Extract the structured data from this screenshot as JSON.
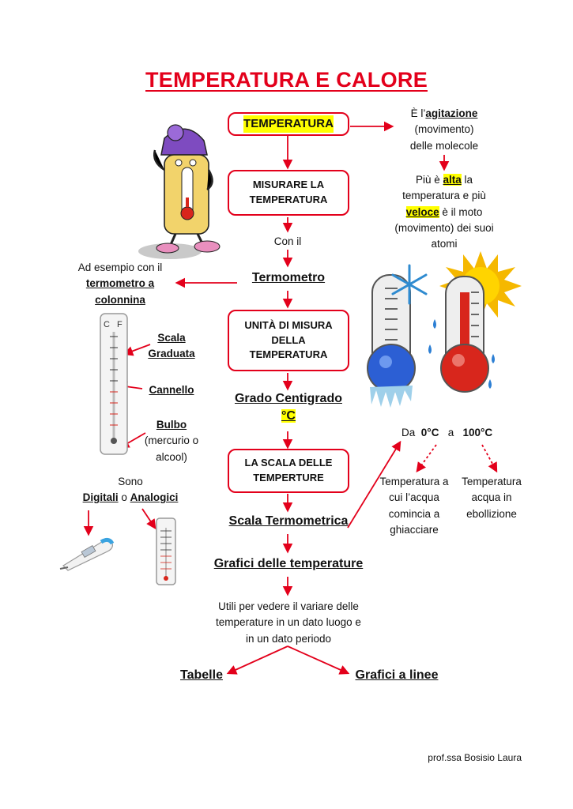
{
  "title": "TEMPERATURA E CALORE",
  "center": {
    "temperatura": "TEMPERATURA",
    "misurare_line1": "MISURARE LA",
    "misurare_line2": "TEMPERATURA",
    "con_il": "Con il",
    "termometro": "Termometro",
    "unita_line1": "UNITÀ DI MISURA",
    "unita_line2": "DELLA",
    "unita_line3": "TEMPERATURA",
    "grado": "Grado Centigrado",
    "grado_unit": "°C",
    "scala_line1": "LA SCALA DELLE",
    "scala_line2": "TEMPERTURE",
    "scala_termometrica": "Scala Termometrica",
    "grafici": "Grafici delle temperature",
    "utili_line1": "Utili per vedere il variare delle",
    "utili_line2": "temperature in un dato luogo e",
    "utili_line3": "in un dato periodo",
    "tabelle": "Tabelle",
    "grafici_linee": "Grafici a linee"
  },
  "right": {
    "agit_prefix": "È l’",
    "agit_word": "agitazione",
    "agit_line2": "(movimento)",
    "agit_line3": "delle molecole",
    "piu_prefix": "Più è ",
    "piu_alta": "alta",
    "piu_suffix": " la",
    "piu_line2": "temperatura e più",
    "piu_veloce": "veloce",
    "piu_line3_suffix": " è il moto",
    "piu_line4": "(movimento) dei suoi",
    "piu_line5": "atomi",
    "da": "Da",
    "zero": "0°C",
    "a": "a",
    "cento": "100°C",
    "freeze_line1": "Temperatura a",
    "freeze_line2": "cui l’acqua",
    "freeze_line3": "comincia a",
    "freeze_line4": "ghiacciare",
    "boil_line1": "Temperatura",
    "boil_line2": "acqua in",
    "boil_line3": "ebollizione"
  },
  "left": {
    "esempio_line1": "Ad esempio con il",
    "esempio_line2": "termometro a",
    "esempio_line3": "colonnina",
    "scala_line1": "Scala",
    "scala_line2": "Graduata",
    "cannello": "Cannello",
    "bulbo": "Bulbo",
    "bulbo_line2": "(mercurio o",
    "bulbo_line3": "alcool)",
    "sono": "Sono",
    "digitali": "Digitali",
    "o": " o ",
    "analogici": "Analogici",
    "thermo_c": "C",
    "thermo_f": "F"
  },
  "footer": "prof.ssa Bosisio Laura",
  "colors": {
    "accent": "#e3001b",
    "highlight": "#ffff00"
  }
}
